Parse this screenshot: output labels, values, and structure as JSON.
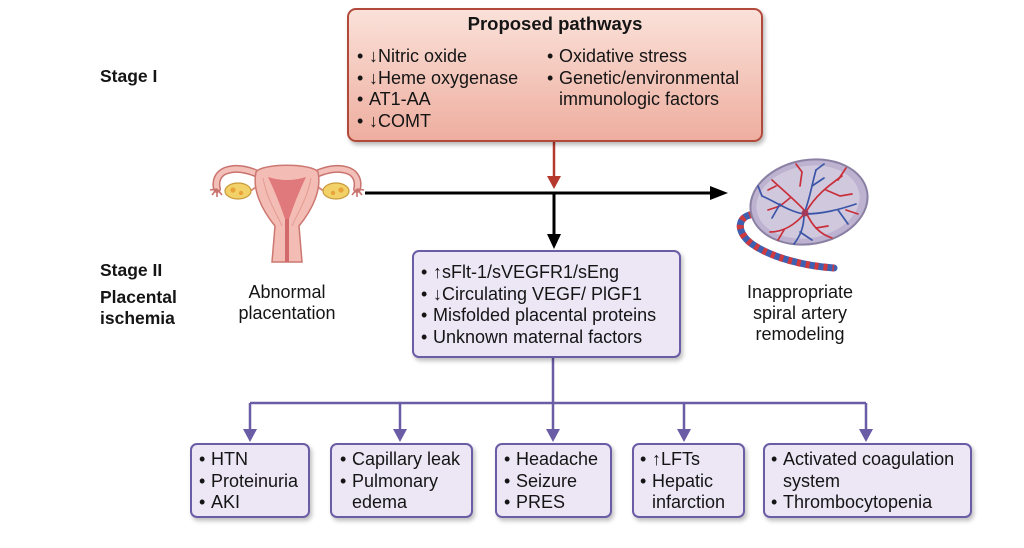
{
  "stages": {
    "stage_1": "Stage I",
    "stage_2": "Stage II",
    "stage_2_subtitle": [
      "Placental",
      "ischemia"
    ]
  },
  "proposed_pathways": {
    "title": "Proposed pathways",
    "left_column": [
      [
        "↓Nitric oxide"
      ],
      [
        "↓Heme oxygenase"
      ],
      [
        "AT1-AA"
      ],
      [
        "↓COMT"
      ]
    ],
    "right_column": [
      [
        "Oxidative stress"
      ],
      [
        "Genetic/environmental",
        "immunologic factors"
      ]
    ]
  },
  "illustrations": {
    "left": {
      "icon": "uterus-icon",
      "caption": [
        "Abnormal",
        "placentation"
      ]
    },
    "right": {
      "icon": "placenta-icon",
      "caption": [
        "Inappropriate",
        "spiral artery",
        "remodeling"
      ]
    }
  },
  "placental_factors": {
    "items": [
      [
        "↑sFlt-1/sVEGFR1/sEng"
      ],
      [
        "↓Circulating VEGF/ PlGF1"
      ],
      [
        "Misfolded placental proteins"
      ],
      [
        "Unknown maternal factors"
      ]
    ]
  },
  "manifestations": [
    {
      "items": [
        [
          "HTN"
        ],
        [
          "Proteinuria"
        ],
        [
          "AKI"
        ]
      ]
    },
    {
      "items": [
        [
          "Capillary leak"
        ],
        [
          "Pulmonary",
          "edema"
        ]
      ]
    },
    {
      "items": [
        [
          "Headache"
        ],
        [
          "Seizure"
        ],
        [
          "PRES"
        ]
      ]
    },
    {
      "items": [
        [
          "↑LFTs"
        ],
        [
          "Hepatic",
          "infarction"
        ]
      ]
    },
    {
      "items": [
        [
          "Activated coagulation",
          "system"
        ],
        [
          "Thrombocytopenia"
        ]
      ]
    }
  ],
  "colors": {
    "pathway_box_fill_top": "#fae1d9",
    "pathway_box_fill_bottom": "#eeae9f",
    "pathway_box_border": "#b24a3c",
    "pathway_arrow": "#b5392c",
    "flow_arrow": "#000000",
    "factor_box_fill": "#ece6f5",
    "factor_box_border": "#6b5ca6",
    "connector": "#6b5ca6"
  }
}
